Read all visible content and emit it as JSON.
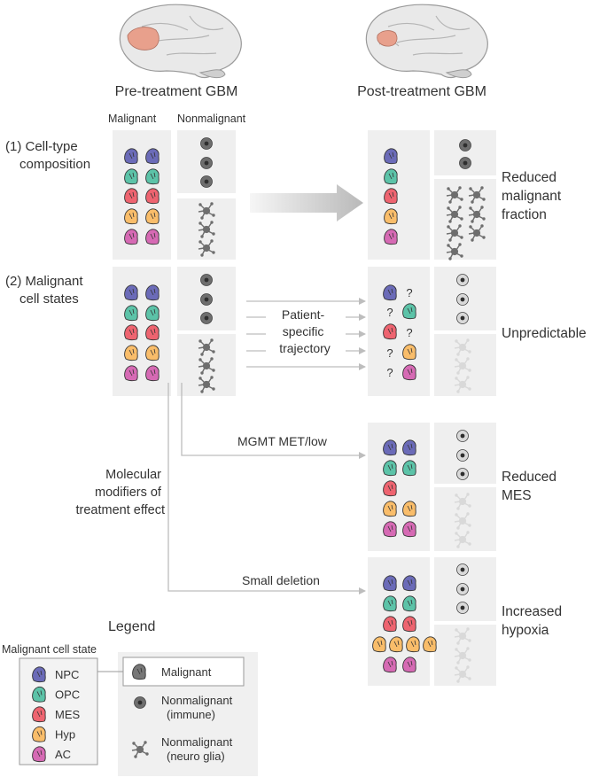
{
  "headers": {
    "pre": "Pre-treatment GBM",
    "post": "Post-treatment GBM",
    "malignant": "Malignant",
    "nonmalignant": "Nonmalignant"
  },
  "sections": {
    "s1_line1": "(1) Cell-type",
    "s1_line2": "composition",
    "s2_line1": "(2) Malignant",
    "s2_line2": "cell states"
  },
  "middle": {
    "traj1": "Patient-",
    "traj2": "specific",
    "traj3": "trajectory",
    "mgmt": "MGMT MET/low",
    "smalldel": "Small deletion",
    "mod1": "Molecular",
    "mod2": "modifiers of",
    "mod3": "treatment effect"
  },
  "outcomes": {
    "o1a": "Reduced",
    "o1b": "malignant",
    "o1c": "fraction",
    "o2": "Unpredictable",
    "o3a": "Reduced",
    "o3b": "MES",
    "o4a": "Increased",
    "o4b": "hypoxia"
  },
  "unknown_mark": "?",
  "legend": {
    "title": "Legend",
    "subtitle": "Malignant cell state",
    "states": [
      {
        "label": "NPC",
        "color": "#6b6bb8"
      },
      {
        "label": "OPC",
        "color": "#5cc3a8"
      },
      {
        "label": "MES",
        "color": "#ee6470"
      },
      {
        "label": "Hyp",
        "color": "#f9bd6a"
      },
      {
        "label": "AC",
        "color": "#d66ab4"
      }
    ],
    "malignant": "Malignant",
    "immune1": "Nonmalignant",
    "immune2": "(immune)",
    "glia1": "Nonmalignant",
    "glia2": "(neuro glia)"
  },
  "colors": {
    "panel": "#efefef",
    "arrow": "#bdbdbd",
    "immune": "#6e6e6e",
    "glia": "#6e6e6e",
    "faded": "#d9d9d9",
    "brain_tumor": "#e8a08c",
    "brain": "#e3e3e3"
  }
}
